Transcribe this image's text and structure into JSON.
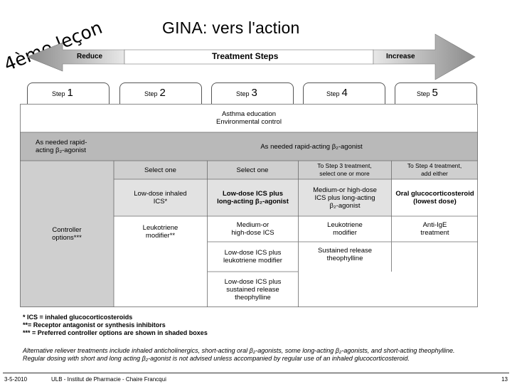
{
  "handwriting": {
    "text": "4ème leçon"
  },
  "title": "GINA: vers l'action",
  "arrow": {
    "reduce": "Reduce",
    "treatment_steps": "Treatment Steps",
    "increase": "Increase"
  },
  "steps": [
    {
      "label": "Step",
      "number": "1"
    },
    {
      "label": "Step",
      "number": "2"
    },
    {
      "label": "Step",
      "number": "3"
    },
    {
      "label": "Step",
      "number": "4"
    },
    {
      "label": "Step",
      "number": "5"
    }
  ],
  "education": {
    "line1": "Asthma education",
    "line2": "Environmental control"
  },
  "reliever": {
    "label_line1": "As needed rapid-",
    "label_line2": "acting β₂-agonist",
    "main": "As needed rapid-acting β₂-agonist"
  },
  "controller_label": {
    "line1": "Controller",
    "line2": "options***"
  },
  "headers": {
    "step2": "Select one",
    "step3": "Select one",
    "step4": {
      "line1": "To Step 3 treatment,",
      "line2": "select one or more"
    },
    "step5": {
      "line1": "To Step 4 treatment,",
      "line2": "add either"
    }
  },
  "options": {
    "s2a": {
      "line1": "Low-dose inhaled",
      "line2": "ICS*"
    },
    "s2b": {
      "line1": "Leukotriene",
      "line2": "modifier**"
    },
    "s3a": {
      "line1": "Low-dose ICS plus",
      "line2": "long-acting β₂-agonist"
    },
    "s3b": {
      "line1": "Medium-or",
      "line2": "high-dose ICS"
    },
    "s3c": {
      "line1": "Low-dose ICS plus",
      "line2": "leukotriene modifier"
    },
    "s3d": {
      "line1": "Low-dose ICS plus",
      "line2": "sustained release",
      "line3": "theophylline"
    },
    "s4a": {
      "line1": "Medium-or high-dose",
      "line2": "ICS plus long-acting",
      "line3": "β₂-agonist"
    },
    "s4b": {
      "line1": "Leukotriene",
      "line2": "modifier"
    },
    "s4c": {
      "line1": "Sustained release",
      "line2": "theophylline"
    },
    "s5a": {
      "line1": "Oral glucocorticosteroid",
      "line2": "(lowest dose)"
    },
    "s5b": {
      "line1": "Anti-IgE",
      "line2": "treatment"
    }
  },
  "footnotes": [
    "* ICS = inhaled glucocorticosteroids",
    "**= Receptor antagonist or synthesis inhibitors",
    "*** = Preferred controller options are shown in shaded boxes"
  ],
  "alternative": [
    "Alternative reliever treatments include inhaled anticholinergics, short-acting oral β₂-agonists, some long-acting β₂-agonists, and short-acting theophylline.",
    "Regular dosing with short and long acting β₂-agonist is not advised unless accompanied by regular use of an inhaled glucocorticosteroid."
  ],
  "footer": {
    "date": "3-5-2010",
    "institution": "ULB - Institut de Pharmacie - Chaire Francqui",
    "page": "13"
  },
  "colors": {
    "dark_gray": "#b9b9b9",
    "mid_gray": "#cfcfcf",
    "light_gray": "#e2e2e2"
  }
}
